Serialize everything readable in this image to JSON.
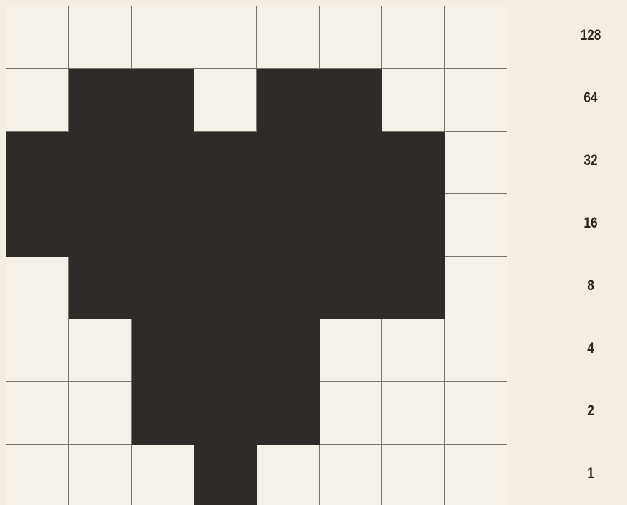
{
  "bit_grid": {
    "columns": 8,
    "rows": 8,
    "row_labels": [
      "128",
      "64",
      "32",
      "16",
      "8",
      "4",
      "2",
      "1"
    ],
    "pattern": [
      [
        0,
        0,
        0,
        0,
        0,
        0,
        0,
        0
      ],
      [
        0,
        1,
        1,
        0,
        1,
        1,
        0,
        0
      ],
      [
        1,
        1,
        1,
        1,
        1,
        1,
        1,
        0
      ],
      [
        1,
        1,
        1,
        1,
        1,
        1,
        1,
        0
      ],
      [
        0,
        1,
        1,
        1,
        1,
        1,
        1,
        0
      ],
      [
        0,
        0,
        1,
        1,
        1,
        0,
        0,
        0
      ],
      [
        0,
        0,
        1,
        1,
        1,
        0,
        0,
        0
      ],
      [
        0,
        0,
        0,
        1,
        0,
        0,
        0,
        0
      ]
    ],
    "colors": {
      "filled": "#2e2b28",
      "empty": "#f6f1e8",
      "grid_line": "#7a746a",
      "background": "#f3ede2"
    }
  }
}
